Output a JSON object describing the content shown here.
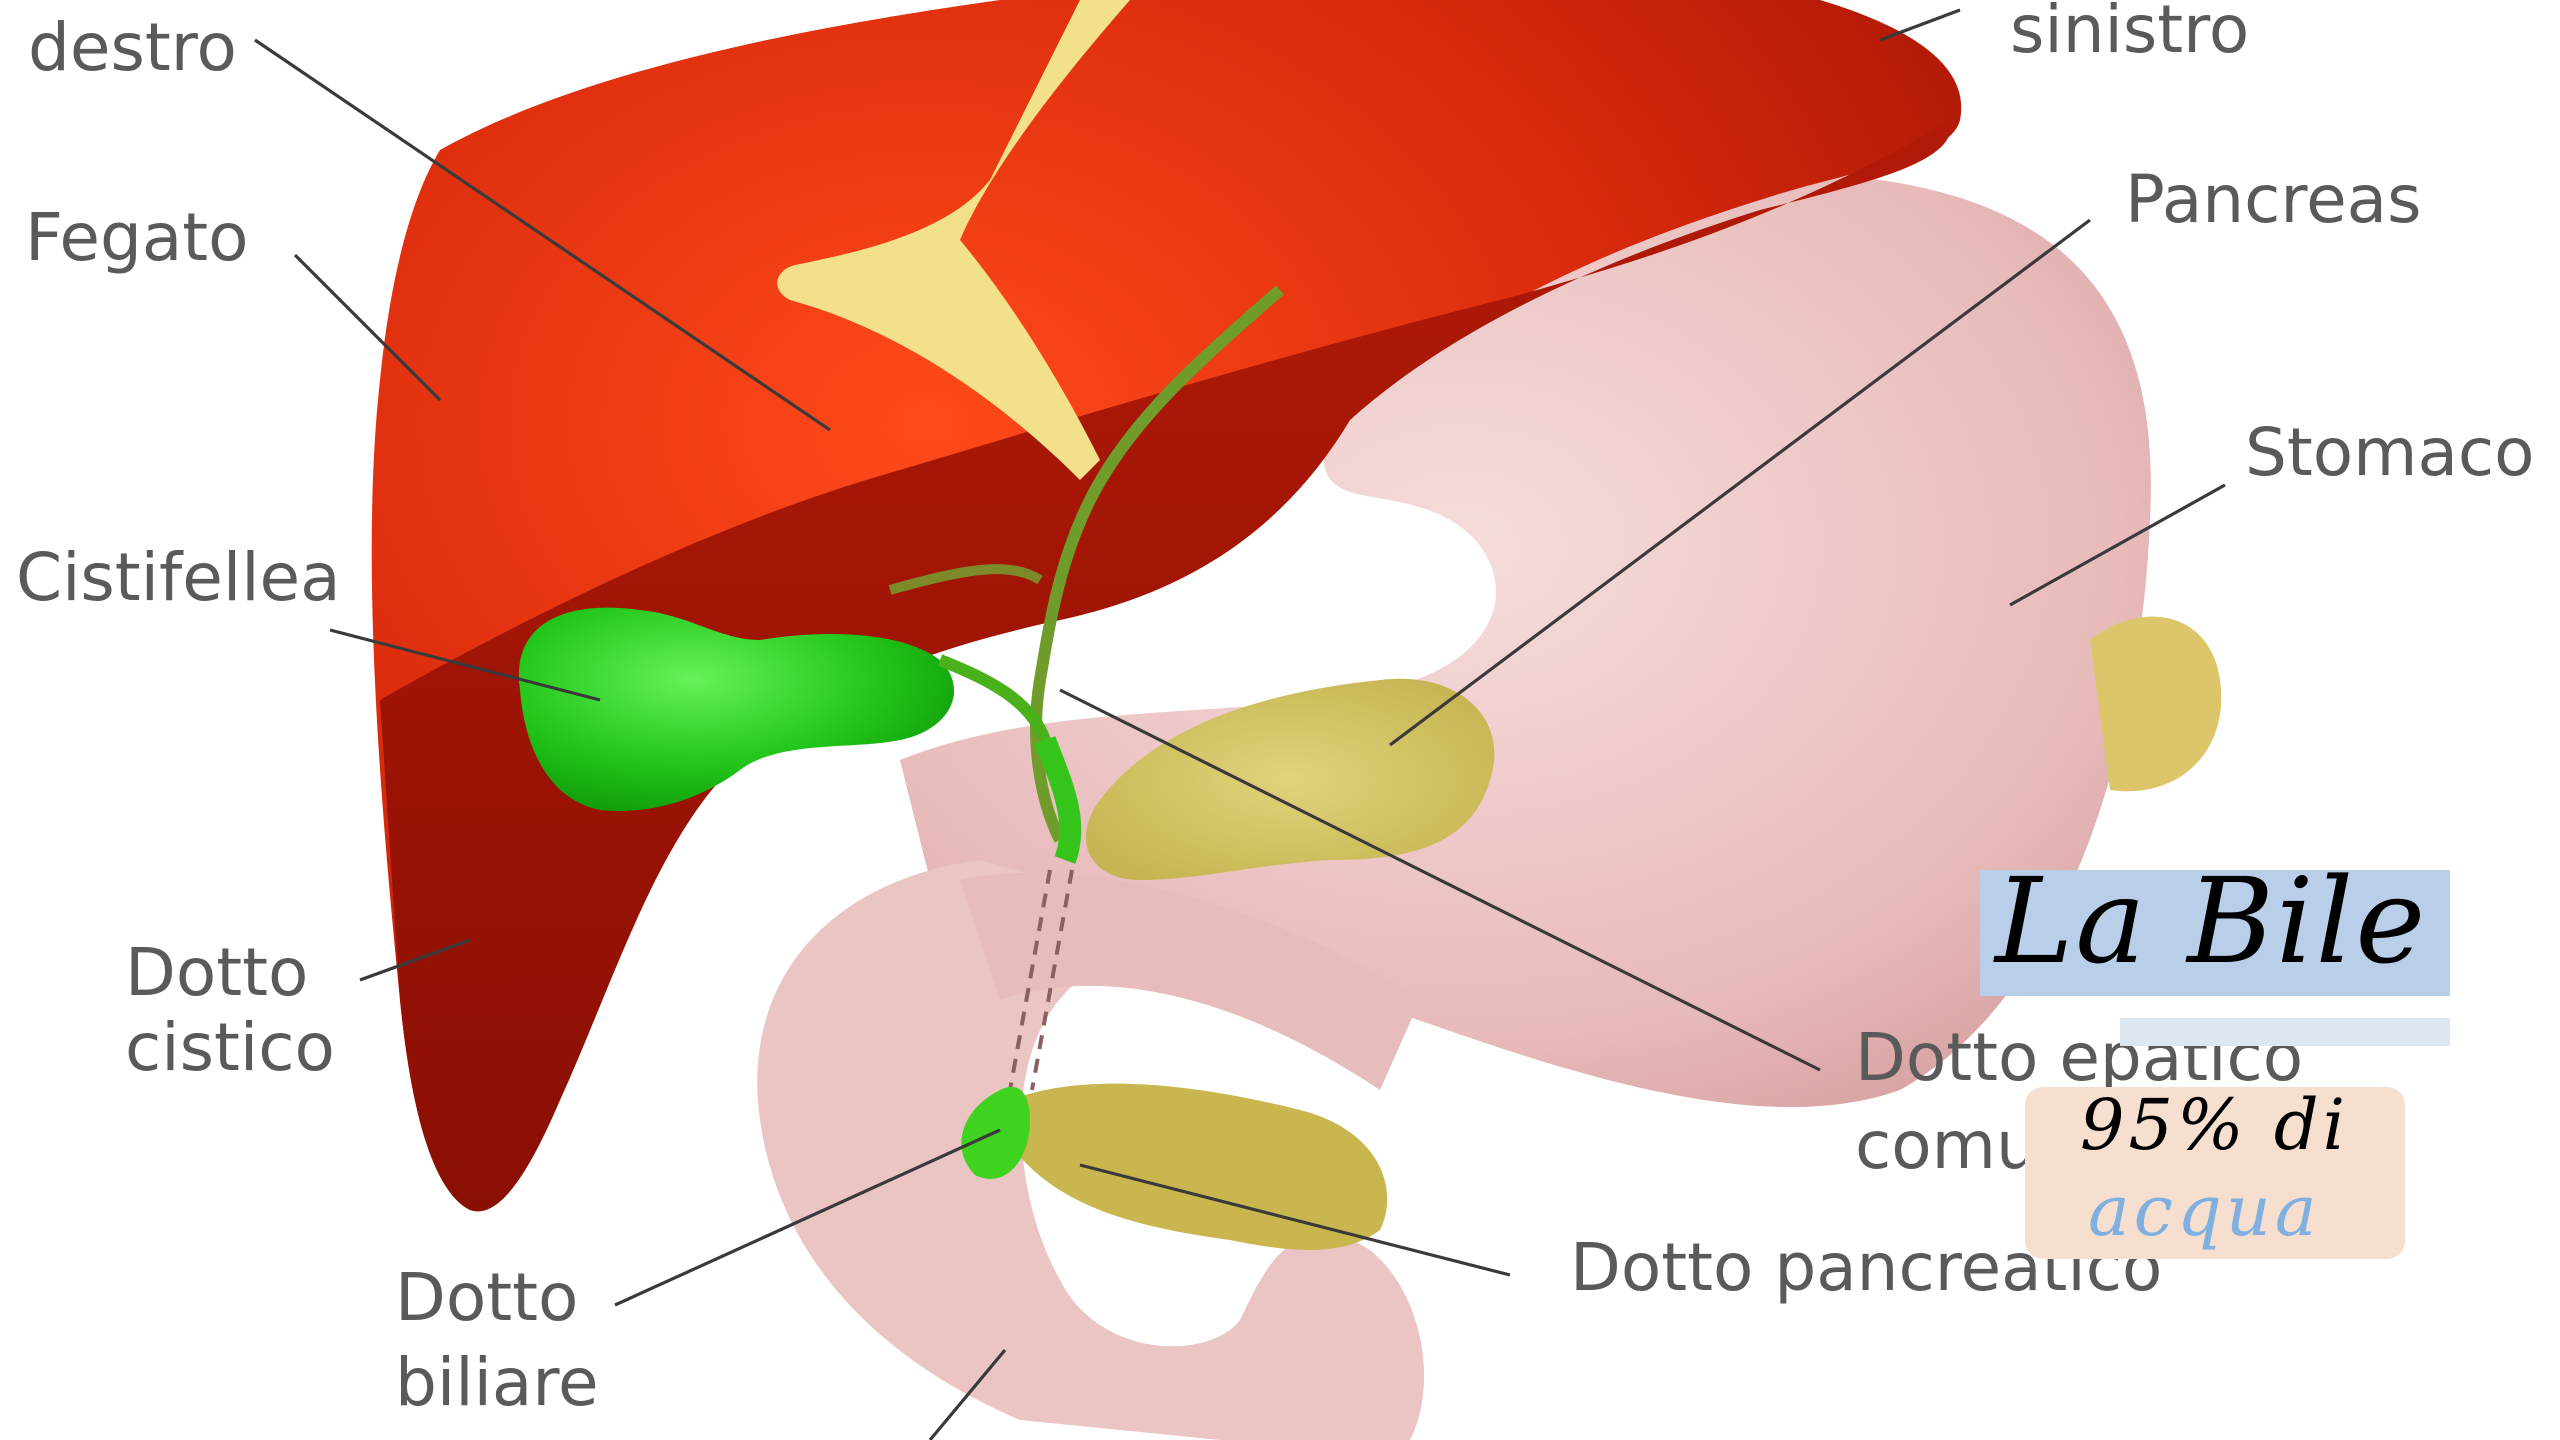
{
  "diagram": {
    "labels": {
      "destro": "destro",
      "sinistro": "sinistro",
      "fegato": "Fegato",
      "pancreas": "Pancreas",
      "stomaco": "Stomaco",
      "cistifellea": "Cistifellea",
      "dotto_cistico_1": "Dotto",
      "dotto_cistico_2": "cistico",
      "dotto_epatico_1": "Dotto epatico",
      "dotto_epatico_2": "comu",
      "dotto_pancreatico": "Dotto pancreatico",
      "dotto_biliare_1": "Dotto",
      "dotto_biliare_2": "biliare"
    }
  },
  "overlay": {
    "title": "La Bile",
    "note_line1": "95% di",
    "note_line2": "acqua",
    "colors": {
      "title_bg": "#b9cfe9",
      "note_bg": "#f6dfcf",
      "note_highlight": "#7fb0e0"
    }
  }
}
